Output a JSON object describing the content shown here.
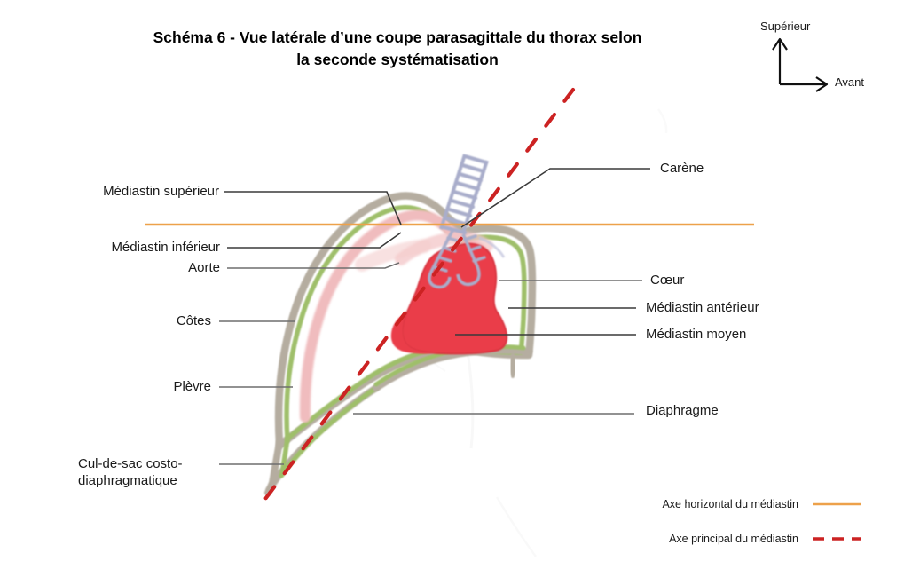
{
  "figure": {
    "title": "Schéma 6 - Vue latérale d’une coupe parasagittale du thorax selon la seconde systématisation",
    "title_line1": "Schéma 6 - Vue latérale d’une coupe parasagittale du thorax selon",
    "title_line2": "la seconde systématisation"
  },
  "orientation": {
    "up_label": "Supérieur",
    "right_label": "Avant"
  },
  "labels_left": [
    {
      "id": "mediastin-superieur",
      "text": "Médiastin supérieur"
    },
    {
      "id": "mediastin-inferieur",
      "text": "Médiastin inférieur"
    },
    {
      "id": "aorte",
      "text": "Aorte"
    },
    {
      "id": "cotes",
      "text": "Côtes"
    },
    {
      "id": "plevre",
      "text": "Plèvre"
    },
    {
      "id": "cul-de-sac",
      "text": "Cul-de-sac costo-",
      "text_line2": "diaphragmatique"
    }
  ],
  "labels_right": [
    {
      "id": "carene",
      "text": "Carène"
    },
    {
      "id": "coeur",
      "text": "Cœur"
    },
    {
      "id": "mediastin-anterieur",
      "text": "Médiastin antérieur"
    },
    {
      "id": "mediastin-moyen",
      "text": "Médiastin moyen"
    },
    {
      "id": "diaphragme",
      "text": "Diaphragme"
    }
  ],
  "legend": [
    {
      "id": "axe-horizontal",
      "text": "Axe horizontal du médiastin",
      "style": "solid",
      "color": "#eda14a"
    },
    {
      "id": "axe-principal",
      "text": "Axe principal du médiastin",
      "style": "dashed",
      "color": "#cc2222"
    }
  ],
  "colors": {
    "ribs": "#b5ada0",
    "pleura": "#9fbf6a",
    "aorta": "#f0bcbe",
    "heart": "#ea3d4a",
    "trachea": "#b9bcd6",
    "axis_horizontal": "#eda14a",
    "axis_principal": "#cc2222",
    "leader": "#3a3a3a",
    "background": "#ffffff"
  }
}
